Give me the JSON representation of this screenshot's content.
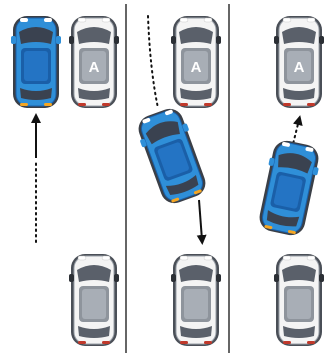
{
  "diagram": {
    "panels": [
      {
        "id": "panel-1",
        "parked_car_letter": "A"
      },
      {
        "id": "panel-2",
        "parked_car_letter": "A"
      },
      {
        "id": "panel-3",
        "parked_car_letter": "A"
      }
    ],
    "colors": {
      "moving_car": "#2f8fd8",
      "moving_car_dark": "#1a5fa8",
      "parked_car": "#f2f2f2",
      "parked_car_body": "#8a8f98",
      "divider": "#333333",
      "path": "#111111",
      "indicator_light": "#f5a623"
    }
  }
}
